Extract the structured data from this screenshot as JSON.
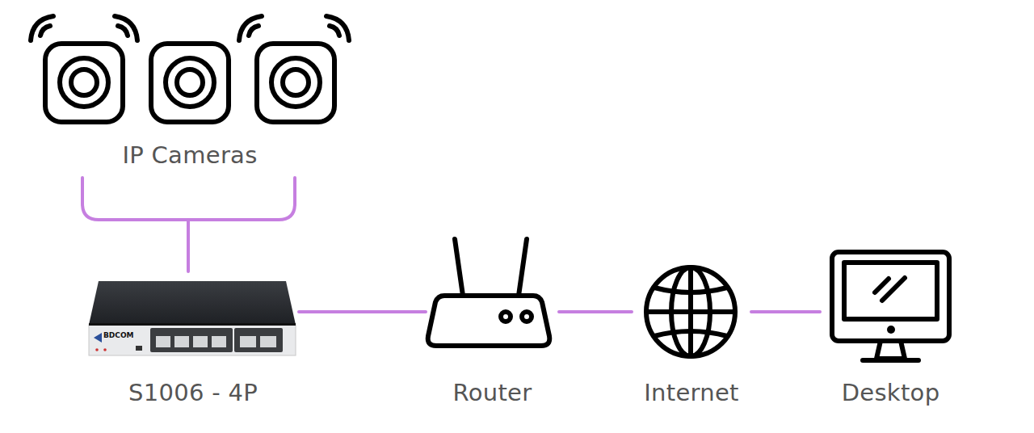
{
  "diagram": {
    "nodes": [
      {
        "text": [
          "IP Cameras"
        ]
      },
      {
        "text": [
          "S1006 - 4P"
        ]
      },
      {
        "text": [
          "Router"
        ]
      },
      {
        "text": [
          "Internet"
        ]
      },
      {
        "text": [
          "Desktop"
        ]
      }
    ],
    "edges": [
      {
        "from": 0,
        "to": 1,
        "arrow": "none"
      },
      {
        "from": 1,
        "to": 2,
        "arrow": "none"
      },
      {
        "from": 2,
        "to": 3,
        "arrow": "none"
      },
      {
        "from": 3,
        "to": 4,
        "arrow": "none"
      }
    ],
    "labels": [
      "BDCOM"
    ]
  }
}
